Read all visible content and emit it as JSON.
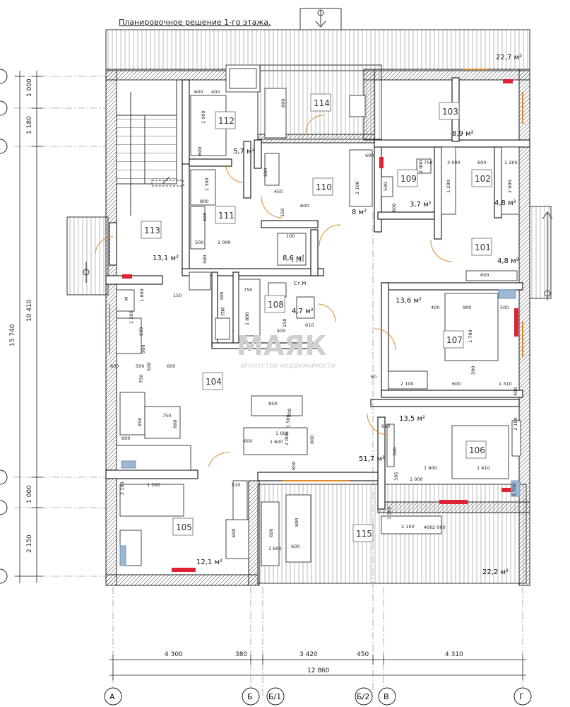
{
  "title": "Планировочное решение 1-го этажа.",
  "watermark": {
    "brand": "МАЯК",
    "tagline": "агентство недвижимости"
  },
  "rooms": [
    {
      "no": "101",
      "area": "4,8 м²"
    },
    {
      "no": "102",
      "area": "4,8 м²"
    },
    {
      "no": "103",
      "area": "8,9 м²"
    },
    {
      "no": "104",
      "area": "51,7 м²"
    },
    {
      "no": "105",
      "area": "12,1 м²"
    },
    {
      "no": "106",
      "area": "13,5 м²"
    },
    {
      "no": "107",
      "area": "13,6 м²"
    },
    {
      "no": "108",
      "area": "4,7 м²"
    },
    {
      "no": "109",
      "area": "3,7 м²"
    },
    {
      "no": "110",
      "area": "8 м²"
    },
    {
      "no": "111",
      "area": "8,6 м²"
    },
    {
      "no": "112",
      "area": "5,7 м²"
    },
    {
      "no": "113",
      "area": "13,1 м²"
    },
    {
      "no": "114",
      "area": "22,7 м²"
    },
    {
      "no": "115",
      "area": "22,2 м²"
    }
  ],
  "furniture_labels": [
    "Ст.М",
    "ПМ",
    "х"
  ],
  "inner_dims": [
    "600",
    "400",
    "1 990",
    "600",
    "600",
    "1 300",
    "800",
    "500",
    "500",
    "1 000",
    "500",
    "150",
    "600",
    "450",
    "600",
    "150",
    "300",
    "750",
    "1 800",
    "150",
    "400",
    "610",
    "100",
    "1 100",
    "600",
    "2 100",
    "500",
    "750",
    "1 200",
    "600",
    "2 000",
    "600",
    "2 000",
    "3 000",
    "1 200",
    "600",
    "400",
    "900",
    "500",
    "1 700",
    "500",
    "2 100",
    "600",
    "1 310",
    "1 800",
    "1 200",
    "630",
    "900",
    "500",
    "600",
    "500",
    "750",
    "600",
    "600",
    "750",
    "800",
    "850",
    "850",
    "1 500",
    "1 600",
    "800",
    "600",
    "1 600",
    "200",
    "2 000",
    "800",
    "610",
    "300",
    "1 000",
    "1 800",
    "1 410",
    "2 100",
    "400",
    "1 700",
    "395",
    "1 200",
    "2 100",
    "400",
    "2 000",
    "600",
    "600",
    "800",
    "1 600",
    "600",
    "1 500",
    "2 100",
    "510",
    "60"
  ],
  "dims_left": [
    "1 000",
    "1 180",
    "10 410",
    "15 740",
    "1 000",
    "2 150"
  ],
  "dims_bottom": [
    "4 300",
    "380",
    "3 420",
    "450",
    "4 310"
  ],
  "dims_total": "12 860",
  "axes": [
    "А",
    "Б",
    "Б/1",
    "Б/2",
    "В",
    "Г"
  ]
}
